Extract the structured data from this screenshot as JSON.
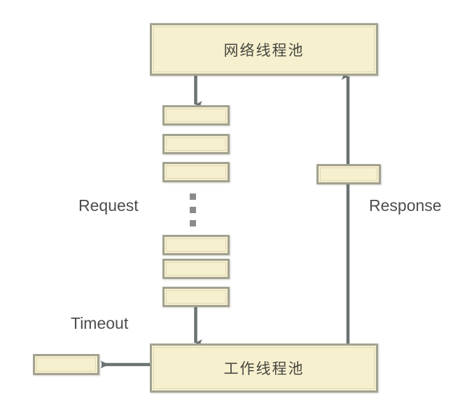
{
  "diagram": {
    "title": "Network thread pool and worker thread pool request flow",
    "background_color": "#ffffff",
    "box_fill_color": "#f7f0cf",
    "box_border_color": "#a3a290",
    "arrow_color": "#6b7272",
    "text_color": "#4d4d4d"
  },
  "pools": {
    "network": {
      "label": "网络线程池"
    },
    "worker": {
      "label": "工作线程池"
    }
  },
  "labels": {
    "request": "Request",
    "response": "Response",
    "timeout": "Timeout"
  },
  "queue": {
    "upper_items": [
      "",
      "",
      ""
    ],
    "lower_items": [
      "",
      "",
      ""
    ],
    "ellipsis": [
      "dot",
      "dot",
      "dot"
    ]
  },
  "items": {
    "response_item": "",
    "timeout_item": ""
  },
  "arrows": [
    {
      "name": "request-down-into-queue",
      "from": "network-thread-pool",
      "to": "request-queue",
      "direction": "down"
    },
    {
      "name": "request-down-into-worker",
      "from": "request-queue",
      "to": "worker-thread-pool",
      "direction": "down"
    },
    {
      "name": "response-up",
      "from": "worker-thread-pool",
      "to": "network-thread-pool",
      "direction": "up"
    },
    {
      "name": "timeout-left",
      "from": "worker-thread-pool",
      "to": "timeout-item",
      "direction": "left"
    }
  ]
}
